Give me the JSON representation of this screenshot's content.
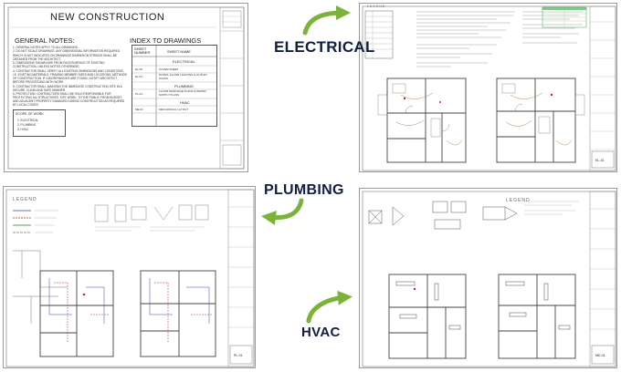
{
  "labels": {
    "electrical": "ELECTRICAL",
    "plumbing": "PLUMBING",
    "hvac": "HVAC"
  },
  "cover_sheet": {
    "title": "NEW CONSTRUCTION",
    "general_notes_heading": "GENERAL NOTES:",
    "index_heading": "INDEX TO DRAWINGS",
    "notes": [
      "1. GENERAL NOTES APPLY TO ALL DRAWINGS.",
      "2. DO NOT SCALE DRAWINGS. ANY DIMENSIONAL INFORMATION REQUIRED WHICH IS NOT INDICATED ON DRAWINGS DIMENSION STRINGS SHALL BE OBTAINED FROM THE ARCHITECT.",
      "3. DIMENSIONS SHOWN ARE FROM FACE/SURFACE OF EXISTING CONSTRUCTION, UNLESS NOTED OTHERWISE.",
      "4. CONTRACTOR SHALL VERIFY ALL EXISTING DIMENSIONS AND CONDITIONS, I.E. EXISTING MATERIALS, FRAMING MEMBER SIZES AND LOCATIONS, METHODS OF CONSTRUCTION. IF DISCREPANCIES ARE FOUND, NOTIFY ARCHITECT BEFORE PROCEEDING WITH WORK.",
      "5. CONTRACTOR SHALL MAINTAIN THE IMMEDIATE CONSTRUCTION SITE IN A SECURE, CLEAN AND SAFE MANNER.",
      "6. PROTECTION: CONTRACTORS SHALL BE HOLD RESPONSIBLE FOR PROTECTING ALL STRUCTURES, SITE WORK, TO THE PUBLIC FROM BUDGET, AND ADJACENT PROPERTY DAMAGED DURING CONSTRUCTION AS REQUIRED BY LOCAL CODES."
    ],
    "index_columns": [
      "SHEET NUMBER",
      "SHEET NAME"
    ],
    "index_groups": [
      {
        "group": "ELECTRICAL",
        "rows": [
          [
            "EL-00",
            "COVER SHEET"
          ],
          [
            "EL-01",
            "NOTES, FLOOR LIGHTING & OUTLET PLANS"
          ]
        ]
      },
      {
        "group": "PLUMBING",
        "rows": [
          [
            "PL-01",
            "FLOOR DRAINAGE PLANS & WATER SUPPLY PLANS"
          ]
        ]
      },
      {
        "group": "HVAC",
        "rows": [
          [
            "ME-01",
            "MECHANICAL LAYOUT"
          ]
        ]
      }
    ],
    "scope_heading": "SCOPE OF WORK",
    "scope_items": [
      "1. ELECTRICAL",
      "2. PLUMBING",
      "3. HVAC"
    ]
  },
  "sheets": {
    "electrical_number": "EL-01",
    "plumbing_number": "PL-01",
    "hvac_number": "ME-01",
    "legend_heading": "LEGEND"
  },
  "colors": {
    "label": "#0f1f3d",
    "arrow": "#7bb33a",
    "line": "#444444",
    "red_accent": "#cc2222",
    "green_accent": "#3aa14a"
  }
}
